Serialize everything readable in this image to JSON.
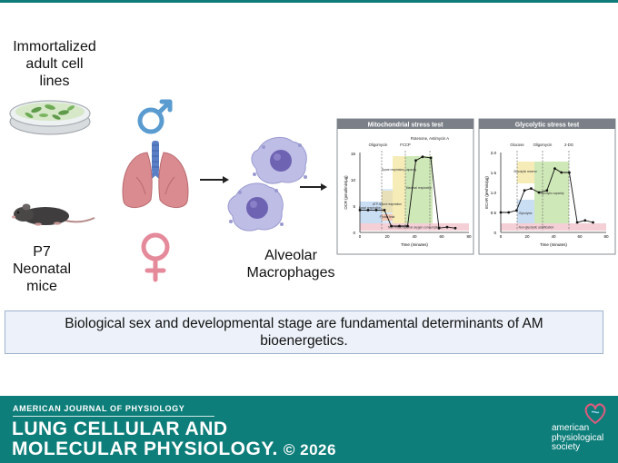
{
  "cells_label": "Immortalized adult cell lines",
  "mice_label": "P7 Neonatal mice",
  "macrophage_label": "Alveolar Macrophages",
  "mito": {
    "title": "Mitochondrial stress test",
    "injections": [
      "Oligomycin",
      "FCCP",
      "Rotenone, Antimycin A"
    ],
    "ylabel": "OCR (pmol/min/µg)",
    "xlabel": "Time (minutes)",
    "yticks": [
      "0",
      "5",
      "10",
      "15"
    ],
    "xticks": [
      "0",
      "20",
      "40",
      "60",
      "80"
    ],
    "regions": [
      "Basal respiration",
      "ATP-linked respiration",
      "Proton leak",
      "Spare respiratory capacity",
      "Maximal respiration",
      "Non-mitochondrial oxygen consumption"
    ]
  },
  "glyco": {
    "title": "Glycolytic stress test",
    "injections": [
      "Glucose",
      "Oligomycin",
      "2-DG"
    ],
    "ylabel": "ECAR (pH/min/µg)",
    "xlabel": "Time (minutes)",
    "yticks": [
      "0",
      "0.5",
      "1.0",
      "1.5",
      "2.0"
    ],
    "xticks": [
      "0",
      "20",
      "40",
      "60",
      "80"
    ],
    "regions": [
      "Glycolysis",
      "Glycolytic reserve",
      "Glycolytic capacity",
      "Non-glycolytic acidification"
    ]
  },
  "chart_data": [
    {
      "type": "line",
      "title": "Mitochondrial stress test",
      "xlabel": "Time (minutes)",
      "ylabel": "OCR (pmol/min/µg)",
      "xlim": [
        0,
        80
      ],
      "ylim": [
        0,
        15
      ],
      "x": [
        0,
        6,
        12,
        18,
        23,
        29,
        35,
        41,
        46,
        52,
        58,
        64,
        70
      ],
      "series": [
        {
          "values": [
            4.2,
            4.2,
            4.2,
            4.2,
            1.2,
            1.2,
            1.2,
            13.5,
            14.2,
            14.0,
            0.8,
            1.0,
            0.8
          ]
        }
      ]
    },
    {
      "type": "line",
      "title": "Glycolytic stress test",
      "xlabel": "Time (minutes)",
      "ylabel": "ECAR (pH/min/µg)",
      "xlim": [
        0,
        80
      ],
      "ylim": [
        0,
        2
      ],
      "x": [
        0,
        6,
        12,
        18,
        23,
        29,
        35,
        41,
        46,
        52,
        58,
        64,
        70
      ],
      "series": [
        {
          "values": [
            0.5,
            0.5,
            0.55,
            1.05,
            1.1,
            1.0,
            1.05,
            1.6,
            1.5,
            1.5,
            0.25,
            0.3,
            0.25
          ]
        }
      ]
    }
  ],
  "summary": "Biological sex and developmental stage are fundamental determinants of AM bioenergetics.",
  "journal": {
    "kicker": "AMERICAN JOURNAL OF PHYSIOLOGY",
    "title_line1": "LUNG CELLULAR AND",
    "title_line2": "MOLECULAR PHYSIOLOGY.",
    "copyright": "© 2026",
    "publisher": "american physiological society"
  }
}
